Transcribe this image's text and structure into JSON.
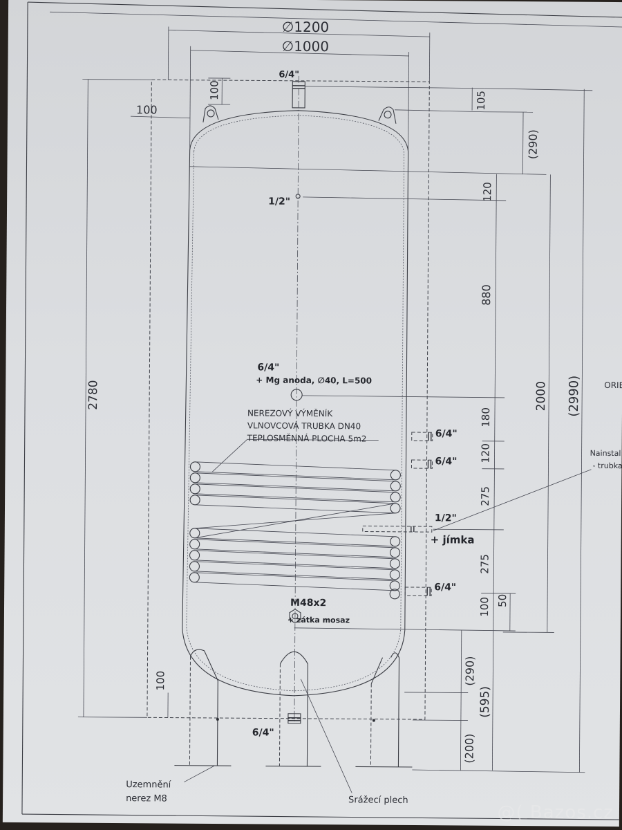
{
  "drawing": {
    "diameters": {
      "outer": "∅1200",
      "inner": "∅1000"
    },
    "connections": {
      "top": "6/4\"",
      "sensor_top": "1/2\"",
      "anode_size": "6/4\"",
      "anode_desc": "+ Mg anoda, ∅40, L=500",
      "hx_inlet": "6/4\"",
      "hx_outlet_upper": "6/4\"",
      "sensor_well_size": "1/2\"",
      "sensor_well_label": "+ jímka",
      "hx_bottom": "6/4\"",
      "drain_size": "M48x2",
      "drain_plug": "+ zátka mosaz",
      "bottom_outlet": "6/4\""
    },
    "exchanger_note": [
      "NEREZOVÝ VÝMĚNÍK",
      "VLNOVCOVÁ TRUBKA DN40",
      "TEPLOSMĚNNÁ PLOCHA 5m2"
    ],
    "dims_left": {
      "overall_height": "2780",
      "top_offset": "100",
      "side_offset": "100",
      "bottom_offset": "100"
    },
    "dims_right_inner": [
      "120",
      "880",
      "180",
      "120",
      "275",
      "275",
      "100",
      "50"
    ],
    "dims_right_mid": {
      "total_2000": "2000",
      "lower_595": "(595)",
      "top_105": "105",
      "dome_290_top": "(290)",
      "leg_290": "(290)",
      "leg_200": "(200)"
    },
    "dims_right_outer": {
      "total_2990": "(2990)"
    },
    "edge_text": {
      "orientation": "ORIE",
      "note_line1": "Nainstal",
      "note_line2": "- trubka"
    },
    "callouts": {
      "grounding_line1": "Uzemnění",
      "grounding_line2": "nerez M8",
      "baffle": "Srážecí plech"
    }
  },
  "watermark": "@( Bazos.cz"
}
